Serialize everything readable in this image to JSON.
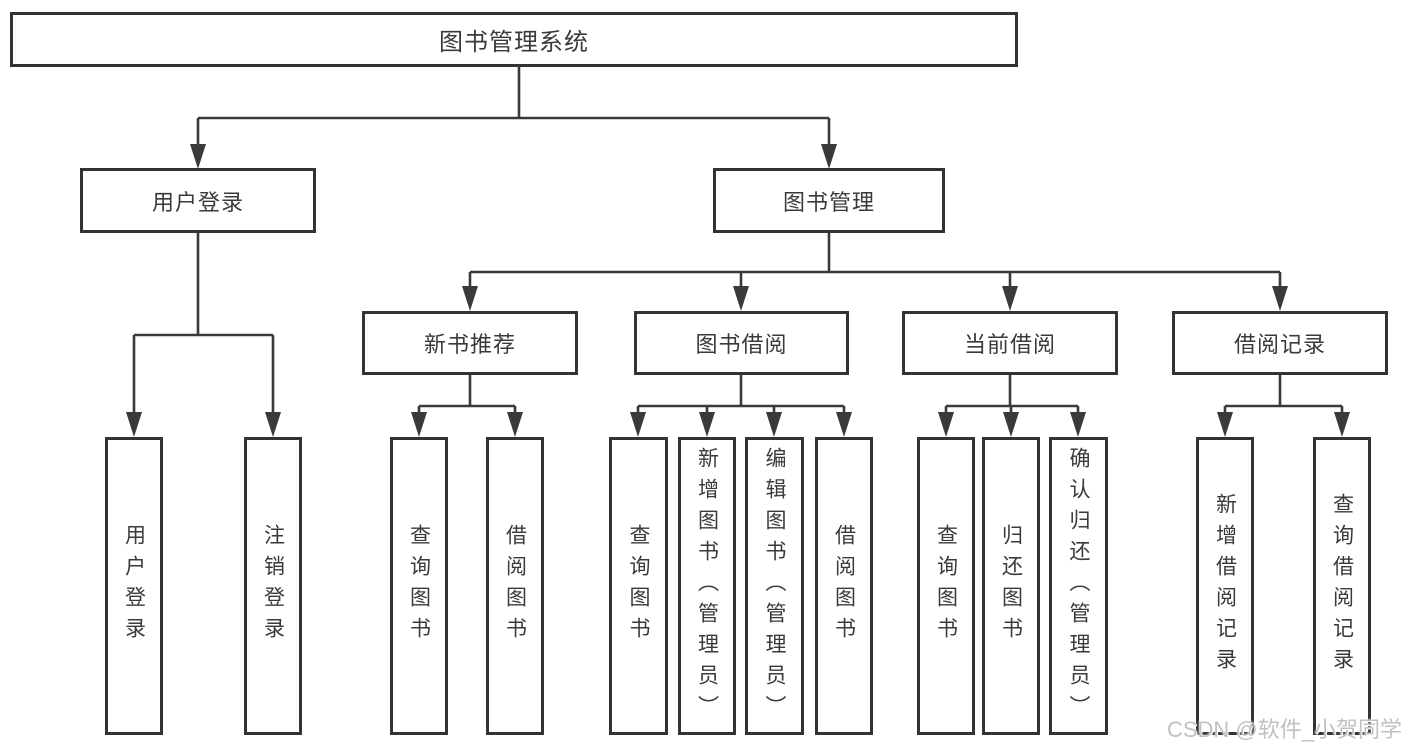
{
  "diagram_type": "hierarchy-tree",
  "colors": {
    "background": "#ffffff",
    "box_border": "#333333",
    "box_fill": "#ffffff",
    "line": "#3a3a3a",
    "text": "#3a3a3a",
    "watermark": "#c2c1c1"
  },
  "watermark": "CSDN @软件_小贺同学",
  "tree": {
    "label": "图书管理系统",
    "children": [
      {
        "label": "用户登录",
        "children": [
          {
            "label": "用户登录"
          },
          {
            "label": "注销登录"
          }
        ]
      },
      {
        "label": "图书管理",
        "children": [
          {
            "label": "新书推荐",
            "children": [
              {
                "label": "查询图书"
              },
              {
                "label": "借阅图书"
              }
            ]
          },
          {
            "label": "图书借阅",
            "children": [
              {
                "label": "查询图书"
              },
              {
                "label": "新增图书（管理员）"
              },
              {
                "label": "编辑图书（管理员）"
              },
              {
                "label": "借阅图书"
              }
            ]
          },
          {
            "label": "当前借阅",
            "children": [
              {
                "label": "查询图书"
              },
              {
                "label": "归还图书"
              },
              {
                "label": "确认归还（管理员）"
              }
            ]
          },
          {
            "label": "借阅记录",
            "children": [
              {
                "label": "新增借阅记录"
              },
              {
                "label": "查询借阅记录"
              }
            ]
          }
        ]
      }
    ]
  }
}
